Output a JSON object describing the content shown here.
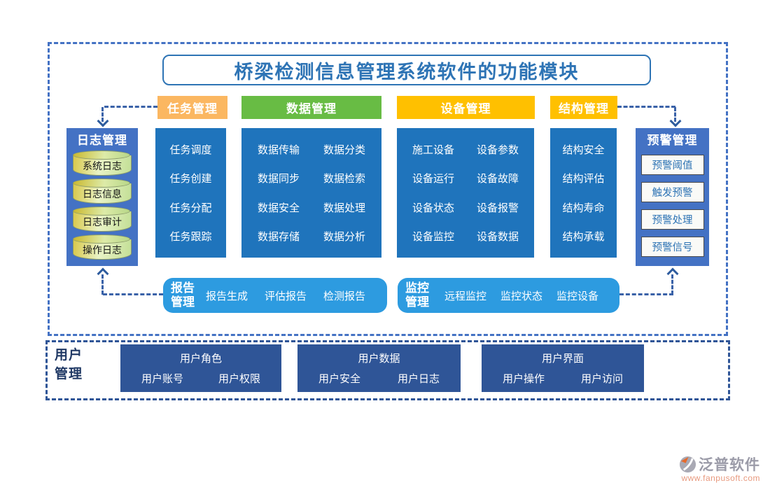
{
  "title": "桥梁检测信息管理系统软件的功能模块",
  "columns": [
    {
      "header": "任务管理",
      "items": [
        "任务调度",
        "任务创建",
        "任务分配",
        "任务跟踪"
      ]
    },
    {
      "header": "数据管理",
      "rows": [
        [
          "数据传输",
          "数据分类"
        ],
        [
          "数据同步",
          "数据检索"
        ],
        [
          "数据安全",
          "数据处理"
        ],
        [
          "数据存储",
          "数据分析"
        ]
      ]
    },
    {
      "header": "设备管理",
      "rows": [
        [
          "施工设备",
          "设备参数"
        ],
        [
          "设备运行",
          "设备故障"
        ],
        [
          "设备状态",
          "设备报警"
        ],
        [
          "设备监控",
          "设备数据"
        ]
      ]
    },
    {
      "header": "结构管理",
      "items": [
        "结构安全",
        "结构评估",
        "结构寿命",
        "结构承载"
      ]
    }
  ],
  "log_panel": {
    "title": "日志管理",
    "items": [
      "系统日志",
      "日志信息",
      "日志审计",
      "操作日志"
    ]
  },
  "alert_panel": {
    "title": "预警管理",
    "items": [
      "预警阈值",
      "触发预警",
      "预警处理",
      "预警信号"
    ]
  },
  "report_bar": {
    "label_line1": "报告",
    "label_line2": "管理",
    "items": [
      "报告生成",
      "评估报告",
      "检测报告"
    ]
  },
  "monitor_bar": {
    "label_line1": "监控",
    "label_line2": "管理",
    "items": [
      "远程监控",
      "监控状态",
      "监控设备"
    ]
  },
  "user_section": {
    "label_line1": "用户",
    "label_line2": "管理",
    "groups": [
      {
        "title": "用户角色",
        "items": [
          "用户账号",
          "用户权限"
        ]
      },
      {
        "title": "用户数据",
        "items": [
          "用户安全",
          "用户日志"
        ]
      },
      {
        "title": "用户界面",
        "items": [
          "用户操作",
          "用户访问"
        ]
      }
    ]
  },
  "logo": {
    "name": "泛普软件",
    "url": "www.fanpusoft.com"
  },
  "colors": {
    "task_header": "#FBB761",
    "data_header": "#68BC44",
    "device_header": "#FFC000",
    "structure_header": "#FFC000",
    "module_blue": "#1F74BC",
    "panel_blue": "#4472C4",
    "bar_blue": "#2D9BE0",
    "user_navy": "#2F5597",
    "title_blue": "#2E74B5",
    "cylinder_yellow_green": "#D9C84A",
    "logo_gray": "#9B9BA8",
    "logo_url_salmon": "#E8997E"
  }
}
